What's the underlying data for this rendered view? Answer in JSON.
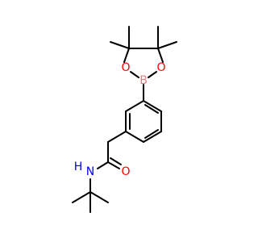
{
  "molecule": {
    "atoms": {
      "boron": "B",
      "oxygen_left": "O",
      "oxygen_right": "O",
      "amide_oxygen": "O",
      "amide_nitrogen": "N",
      "amide_hydrogen": "H"
    },
    "colors": {
      "bond": "#000000",
      "oxygen": "#ff0000",
      "nitrogen": "#0000ff",
      "boron": "#e08080"
    }
  }
}
